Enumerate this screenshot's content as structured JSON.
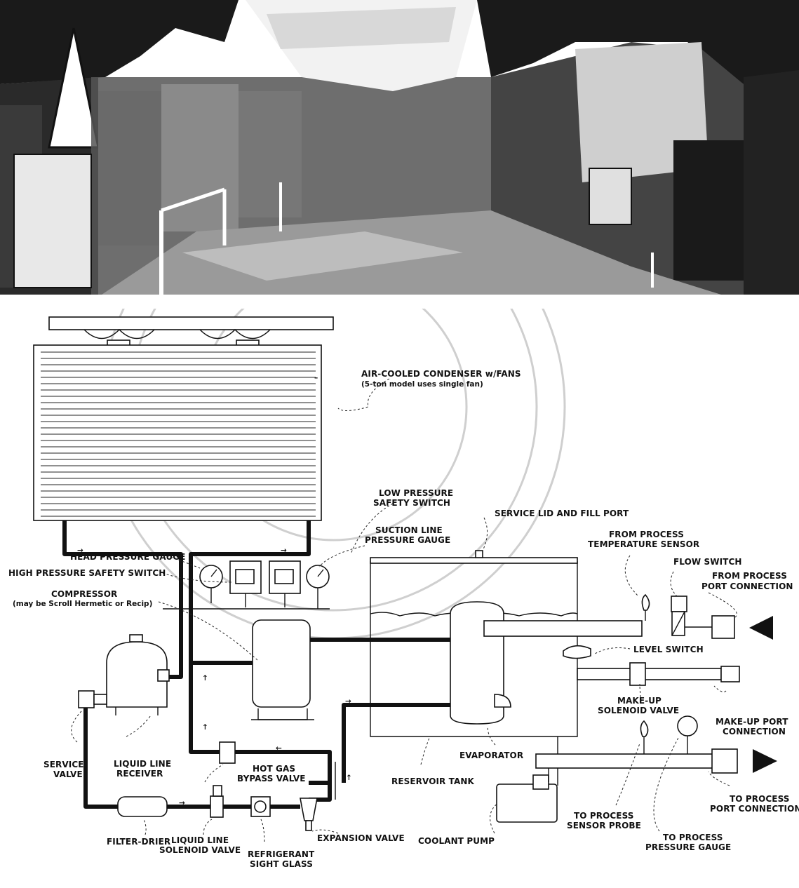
{
  "photo": {
    "alt": "industrial chiller room photograph"
  },
  "labels": {
    "condenser_1": "AIR-COOLED CONDENSER w/FANS",
    "condenser_2": "(5-ton model uses single fan)",
    "low_pressure_1": "LOW PRESSURE",
    "low_pressure_2": "SAFETY SWITCH",
    "suction_gauge_1": "SUCTION LINE",
    "suction_gauge_2": "PRESSURE GAUGE",
    "service_lid": "SERVICE LID AND FILL PORT",
    "from_process_temp_1": "FROM PROCESS",
    "from_process_temp_2": "TEMPERATURE SENSOR",
    "flow_switch": "FLOW SWITCH",
    "from_process_port_1": "FROM PROCESS",
    "from_process_port_2": "PORT CONNECTION",
    "head_pressure": "HEAD PRESSURE GAUGE",
    "high_pressure": "HIGH PRESSURE SAFETY SWITCH",
    "compressor_1": "COMPRESSOR",
    "compressor_2": "(may be Scroll Hermetic or Recip)",
    "level_switch": "LEVEL SWITCH",
    "makeup_valve_1": "MAKE-UP",
    "makeup_valve_2": "SOLENOID VALVE",
    "makeup_port_1": "MAKE-UP PORT",
    "makeup_port_2": "CONNECTION",
    "service_valve_1": "SERVICE",
    "service_valve_2": "VALVE",
    "receiver_1": "LIQUID LINE",
    "receiver_2": "RECEIVER",
    "hot_gas_1": "HOT GAS",
    "hot_gas_2": "BYPASS VALVE",
    "evaporator": "EVAPORATOR",
    "reservoir": "RESERVOIR TANK",
    "to_process_port_1": "TO PROCESS",
    "to_process_port_2": "PORT CONNECTION",
    "to_process_probe_1": "TO PROCESS",
    "to_process_probe_2": "SENSOR PROBE",
    "coolant_pump": "COOLANT PUMP",
    "to_process_gauge_1": "TO PROCESS",
    "to_process_gauge_2": "PRESSURE GAUGE",
    "filter_drier": "FILTER-DRIER",
    "liquid_solenoid_1": "LIQUID LINE",
    "liquid_solenoid_2": "SOLENOID VALVE",
    "sight_glass_1": "REFRIGERANT",
    "sight_glass_2": "SIGHT GLASS",
    "expansion_valve": "EXPANSION VALVE"
  }
}
